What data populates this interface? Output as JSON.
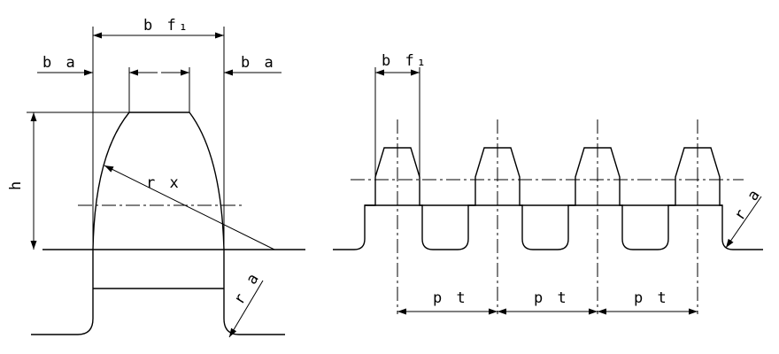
{
  "labels": {
    "bf1": "b f₁",
    "ba": "b a",
    "h": "h",
    "rx": "r x",
    "ra": "r a",
    "pt": "p t"
  }
}
